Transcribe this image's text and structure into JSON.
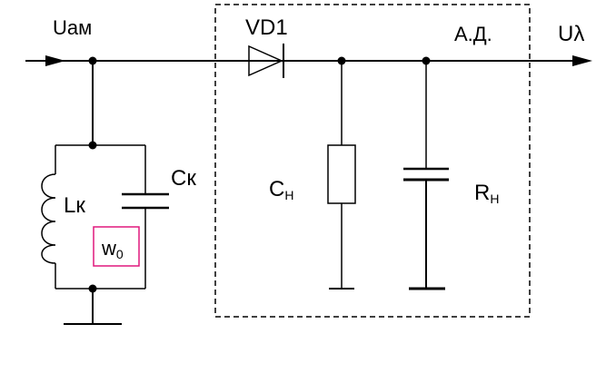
{
  "labels": {
    "input_voltage": "Uам",
    "output_voltage": "Uλ",
    "diode": "VD1",
    "detector_block": "А.Д.",
    "loop_capacitor": "Cк",
    "loop_inductor": "Lк",
    "resonant_freq": "w",
    "resonant_freq_sub": "0",
    "load_cap_main": "C",
    "load_cap_sub": "Н",
    "load_res_main": "R",
    "load_res_sub": "Н"
  },
  "colors": {
    "line": "#000000",
    "dashed_box": "#000000",
    "freq_box": "#e0197d"
  }
}
